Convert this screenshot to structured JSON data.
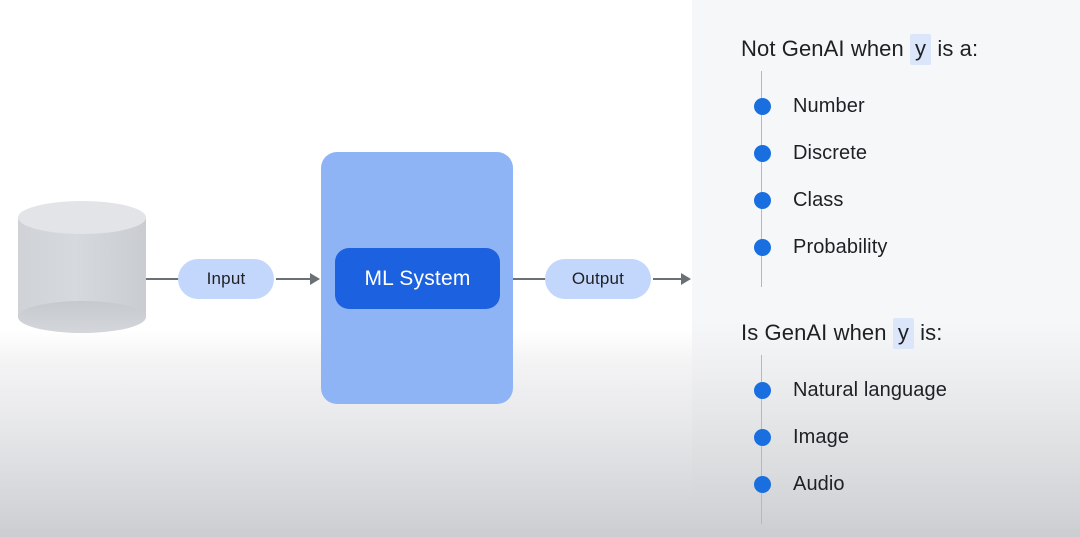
{
  "diagram": {
    "datastore": {
      "name": "database-cylinder"
    },
    "input_pill": {
      "label": "Input"
    },
    "ml_box": {
      "label": "ML System"
    },
    "output_pill": {
      "label": "Output"
    }
  },
  "panel": {
    "sections": [
      {
        "head_prefix": "Not GenAI when ",
        "head_variable": "y",
        "head_suffix": " is a:",
        "items": [
          "Number",
          "Discrete",
          "Class",
          "Probability"
        ]
      },
      {
        "head_prefix": "Is GenAI when ",
        "head_variable": "y",
        "head_suffix": " is:",
        "items": [
          "Natural language",
          "Image",
          "Audio"
        ]
      }
    ]
  },
  "colors": {
    "accent_blue": "#1a6fe0",
    "ml_box_outer": "#8fb4f5",
    "ml_box_inner": "#1c62e0",
    "pill_blue": "#c3d6fb",
    "highlight": "#dce6fb",
    "cylinder_gray": "#d2d5d9",
    "panel_bg": "#f6f7f9",
    "line_gray": "#6b7075"
  }
}
